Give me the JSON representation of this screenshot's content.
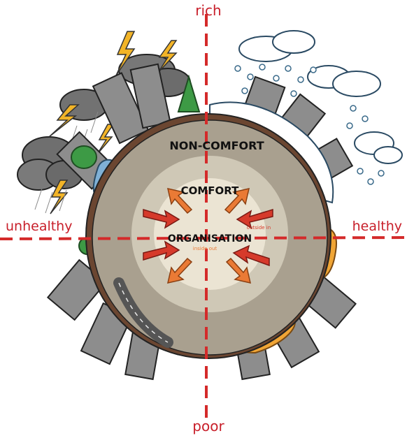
{
  "axes": {
    "top": "rich",
    "bottom": "poor",
    "left": "unhealthy",
    "right": "healthy"
  },
  "zones": {
    "outer": "NON-COMFORT",
    "middle": "COMFORT",
    "inner": "ORGANISATION"
  },
  "small_labels": {
    "outside_in": "outside in",
    "inside_out": "inside out"
  },
  "colors": {
    "axis_line": "#d42a2a",
    "axis_text": "#c81f2a",
    "ring_outer": "#a9a08f",
    "ring_middle": "#cfc8b6",
    "ring_inner": "#ebe4d3",
    "inward_arrow": "#d63a2b",
    "outward_arrow": "#ea7a35"
  }
}
